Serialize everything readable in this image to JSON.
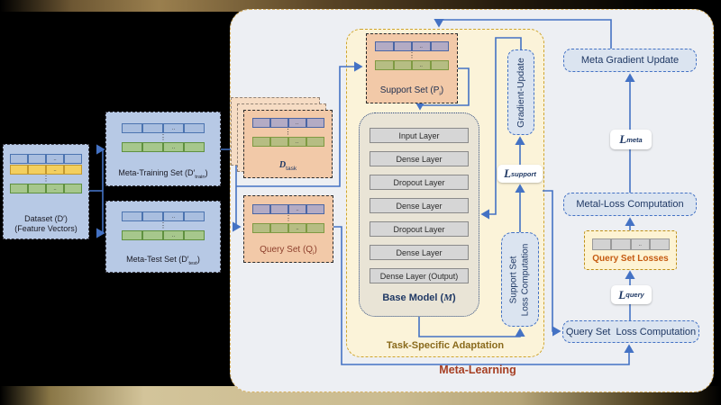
{
  "colors": {
    "arrow": "#4472c4",
    "card_bg": "#edeff3",
    "card_border": "#d8b264",
    "task_box_bg": "#fbf3d9",
    "task_box_border": "#cfa52d",
    "blue_data_box": "#b7c9e5",
    "orange_data_box": "#f2c9a8",
    "process_box_bg": "#dbe4f0",
    "process_box_border": "#4472c4",
    "navy_text": "#1f3864",
    "meta_label_text": "#a63e22",
    "task_label_text": "#8a6a1c",
    "query_losses_text": "#c55a11"
  },
  "left": {
    "dataset": {
      "title": "Dataset (D′)",
      "subtitle": "(Feature Vectors)"
    },
    "meta_training": {
      "prefix": "Meta-Training Set (D′",
      "sub": "train",
      "suffix": ")"
    },
    "meta_test": {
      "prefix": "Meta-Test Set (D′",
      "sub": "test",
      "suffix": ")"
    }
  },
  "sampling": {
    "d_task": {
      "prefix": "D",
      "sub": "task"
    },
    "support_set": {
      "prefix": "Support Set (P",
      "sub": "i",
      "suffix": ")"
    },
    "query_set": {
      "prefix": "Query Set (Q",
      "sub": "i",
      "suffix": ")"
    }
  },
  "task_adaptation": {
    "label": "Task-Specific Adaptation",
    "base_model": {
      "label_prefix": "Base Model (",
      "label_m": "M",
      "label_suffix": ")",
      "layers": [
        "Input Layer",
        "Dense Layer",
        "Dropout Layer",
        "Dense Layer",
        "Dropout Layer",
        "Dense Layer",
        "Dense Layer (Output)"
      ]
    },
    "gradient_update": "Gradient-Update",
    "support_loss_line1": "Support Set",
    "support_loss_line2": "Loss Computation",
    "l_support": {
      "symbol": "L",
      "sub": "support"
    }
  },
  "meta": {
    "label": "Meta-Learning",
    "meta_gradient_update": "Meta Gradient Update",
    "l_meta": {
      "symbol": "L",
      "sub": "meta"
    },
    "meta_loss_computation": "Metal-Loss Computation",
    "query_set_losses": "Query Set Losses",
    "l_query": {
      "symbol": "L",
      "sub": "query"
    },
    "query_loss_computation": "Query Set  Loss Computation"
  },
  "misc": {
    "vdots": "⋮",
    "cell_dots": ".."
  }
}
